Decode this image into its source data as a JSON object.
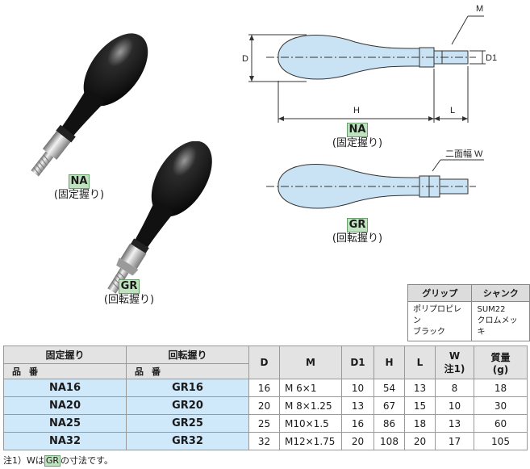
{
  "labels": {
    "na": {
      "code": "NA",
      "desc": "(固定握り)"
    },
    "gr": {
      "code": "GR",
      "desc": "(回転握り)"
    }
  },
  "drawing": {
    "dims": {
      "m": "M",
      "d": "D",
      "d1": "D1",
      "h": "H",
      "l": "L"
    },
    "gr_width_note": "二面幅 W"
  },
  "materials": {
    "headers": [
      "グリップ",
      "シャンク"
    ],
    "grip": [
      "ポリプロピレン",
      "ブラック"
    ],
    "shank": [
      "SUM22",
      "クロムメッキ"
    ]
  },
  "spec": {
    "group_fixed": "固定握り",
    "group_rotate": "回転握り",
    "part_no": "品番",
    "cols": {
      "d": "D",
      "m": "M",
      "d1": "D1",
      "h": "H",
      "l": "L",
      "w": "W",
      "w_note": "注1)",
      "mass": "質量",
      "mass_unit": "(g)"
    },
    "rows": [
      {
        "na": "NA16",
        "gr": "GR16",
        "d": "16",
        "m": "M 6×1",
        "d1": "10",
        "h": "54",
        "l": "13",
        "w": "8",
        "mass": "18"
      },
      {
        "na": "NA20",
        "gr": "GR20",
        "d": "20",
        "m": "M 8×1.25",
        "d1": "13",
        "h": "67",
        "l": "15",
        "w": "10",
        "mass": "30"
      },
      {
        "na": "NA25",
        "gr": "GR25",
        "d": "25",
        "m": "M10×1.5",
        "d1": "16",
        "h": "86",
        "l": "18",
        "w": "13",
        "mass": "60"
      },
      {
        "na": "NA32",
        "gr": "GR32",
        "d": "32",
        "m": "M12×1.75",
        "d1": "20",
        "h": "108",
        "l": "20",
        "w": "17",
        "mass": "105"
      }
    ]
  },
  "note": {
    "prefix": "注1）Wは",
    "code": "GR",
    "suffix": "の寸法です。"
  }
}
